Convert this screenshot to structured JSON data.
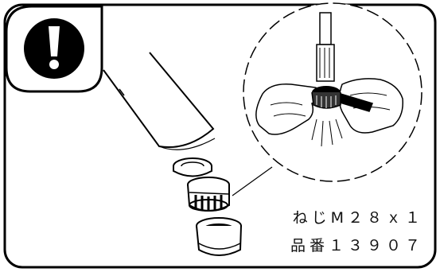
{
  "warning_icon": {
    "name": "exclamation-warning-icon",
    "color": "#000000"
  },
  "labels": {
    "thread": "ねじM２８ｘ１",
    "part_number": "品番１３９０７"
  },
  "illustration": {
    "parts": [
      "faucet-spout",
      "lock-nut",
      "aerator-body",
      "aerator-cap"
    ],
    "inset": "hands-disassembling-aerator"
  }
}
